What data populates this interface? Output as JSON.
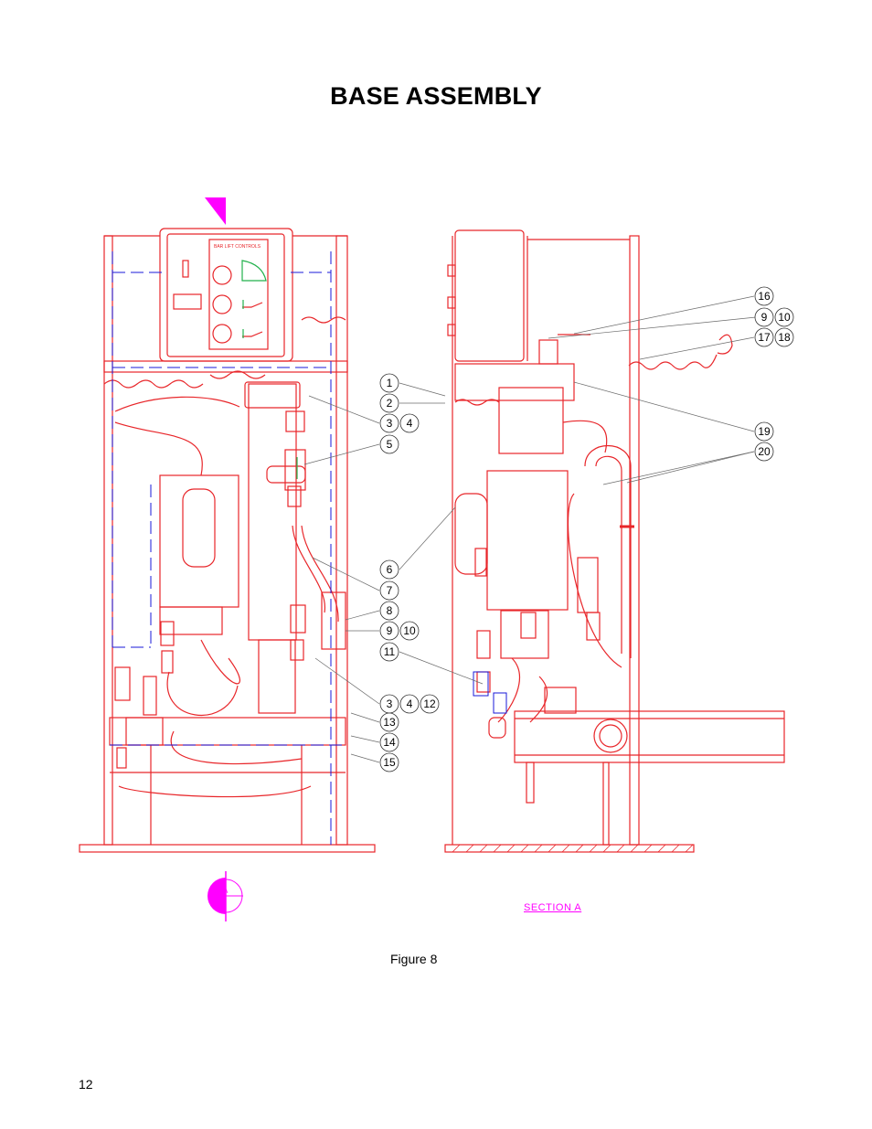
{
  "page": {
    "title": "BASE ASSEMBLY",
    "figure_caption": "Figure 8",
    "page_number": "12",
    "section_label": "SECTION A",
    "section_marker": "A",
    "panel_label": "BAR LIFT CONTROLS"
  },
  "callouts": [
    "1",
    "2",
    "3",
    "4",
    "5",
    "6",
    "7",
    "8",
    "9",
    "10",
    "11",
    "12",
    "13",
    "14",
    "15",
    "16",
    "17",
    "18",
    "19",
    "20"
  ],
  "colors": {
    "drawing": "#e8262a",
    "hidden": "#1a1ad9",
    "section": "#ff00ff",
    "indicator": "#22b14c"
  }
}
